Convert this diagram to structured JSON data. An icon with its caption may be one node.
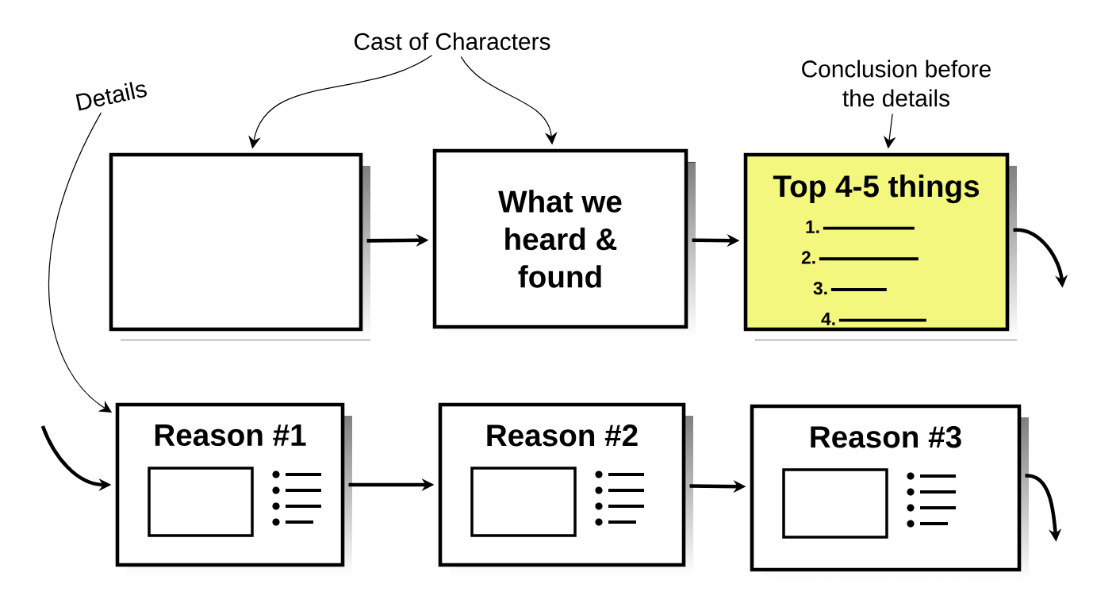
{
  "diagram": {
    "nodes": [
      {
        "text": [],
        "shape": "box"
      },
      {
        "text": [
          "What we heard & found"
        ]
      },
      {
        "text": [
          "Top 4-5 things",
          "1.",
          "2.",
          "3.",
          "4."
        ]
      },
      {
        "text": [
          "Reason #1"
        ]
      },
      {
        "text": [
          "Reason #2"
        ]
      },
      {
        "text": [
          "Reason #3"
        ]
      },
      {
        "text": [
          "Details"
        ]
      },
      {
        "text": [
          "Cast of Characters"
        ]
      },
      {
        "text": [
          "Conclusion before the details"
        ]
      }
    ],
    "edges": [
      {
        "from": 0,
        "to": 1,
        "arrow": "to"
      },
      {
        "from": 1,
        "to": 2,
        "arrow": "to"
      },
      {
        "from": 2,
        "to": null,
        "arrow": "to"
      },
      {
        "from": null,
        "to": 3,
        "arrow": "to"
      },
      {
        "from": 3,
        "to": 4,
        "arrow": "to"
      },
      {
        "from": 4,
        "to": 5,
        "arrow": "to"
      },
      {
        "from": 5,
        "to": null,
        "arrow": "to"
      },
      {
        "from": 6,
        "to": 3,
        "arrow": "to"
      },
      {
        "from": 7,
        "to": 0,
        "arrow": "to"
      },
      {
        "from": 7,
        "to": 1,
        "arrow": "to"
      },
      {
        "from": 8,
        "to": 2,
        "arrow": "to"
      }
    ]
  }
}
